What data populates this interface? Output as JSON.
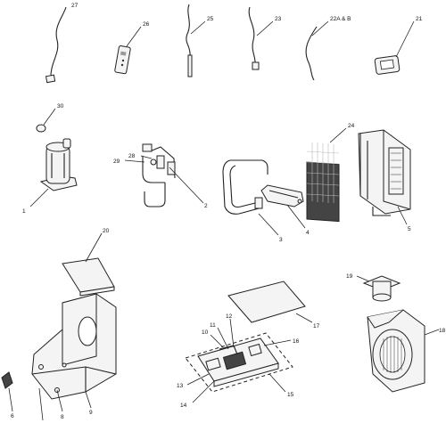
{
  "callouts": {
    "p1": "1",
    "p2": "2",
    "p3": "3",
    "p4": "4",
    "p5": "5",
    "p6": "6",
    "p8": "8",
    "p9": "9",
    "p10": "10",
    "p11": "11",
    "p12": "12",
    "p13": "13",
    "p14": "14",
    "p15": "15",
    "p16": "16",
    "p17": "17",
    "p18": "18",
    "p19": "19",
    "p20": "20",
    "p21": "21",
    "p22": "22A & B",
    "p23": "23",
    "p24": "24",
    "p25": "25",
    "p26": "26",
    "p27": "27",
    "p28": "28",
    "p29": "29",
    "p30": "30"
  }
}
